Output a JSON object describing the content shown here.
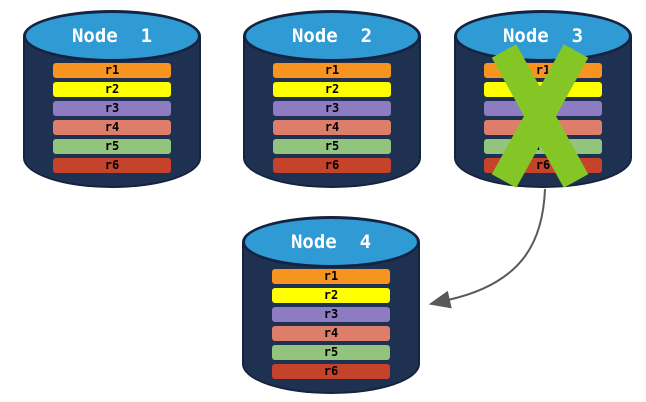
{
  "colors": {
    "background": "#FFFFFF",
    "cylinder_body": "#1F3150",
    "cylinder_outline": "#142440",
    "cylinder_top_blue": "#2F9AD3",
    "node_label_text": "#FFFFFF",
    "replica_label_text": "#000000",
    "failure_x_green": "#84C625",
    "arrow_gray": "#595959"
  },
  "replica_colors": {
    "r1": "#F79420",
    "r2": "#FFFF00",
    "r3": "#8E7CC3",
    "r4": "#DD7E6B",
    "r5": "#93C47D",
    "r6": "#C6432B"
  },
  "nodes": [
    {
      "label": "Node  1",
      "failed": false,
      "replicas": [
        "r1",
        "r2",
        "r3",
        "r4",
        "r5",
        "r6"
      ]
    },
    {
      "label": "Node  2",
      "failed": false,
      "replicas": [
        "r1",
        "r2",
        "r3",
        "r4",
        "r5",
        "r6"
      ]
    },
    {
      "label": "Node  3",
      "failed": true,
      "replicas": [
        "r1",
        "r2",
        "r3",
        "r4",
        "r5",
        "r6"
      ]
    },
    {
      "label": "Node  4",
      "failed": false,
      "replicas": [
        "r1",
        "r2",
        "r3",
        "r4",
        "r5",
        "r6"
      ]
    }
  ],
  "arrow": {
    "from": "Node 3",
    "to": "Node 4"
  }
}
